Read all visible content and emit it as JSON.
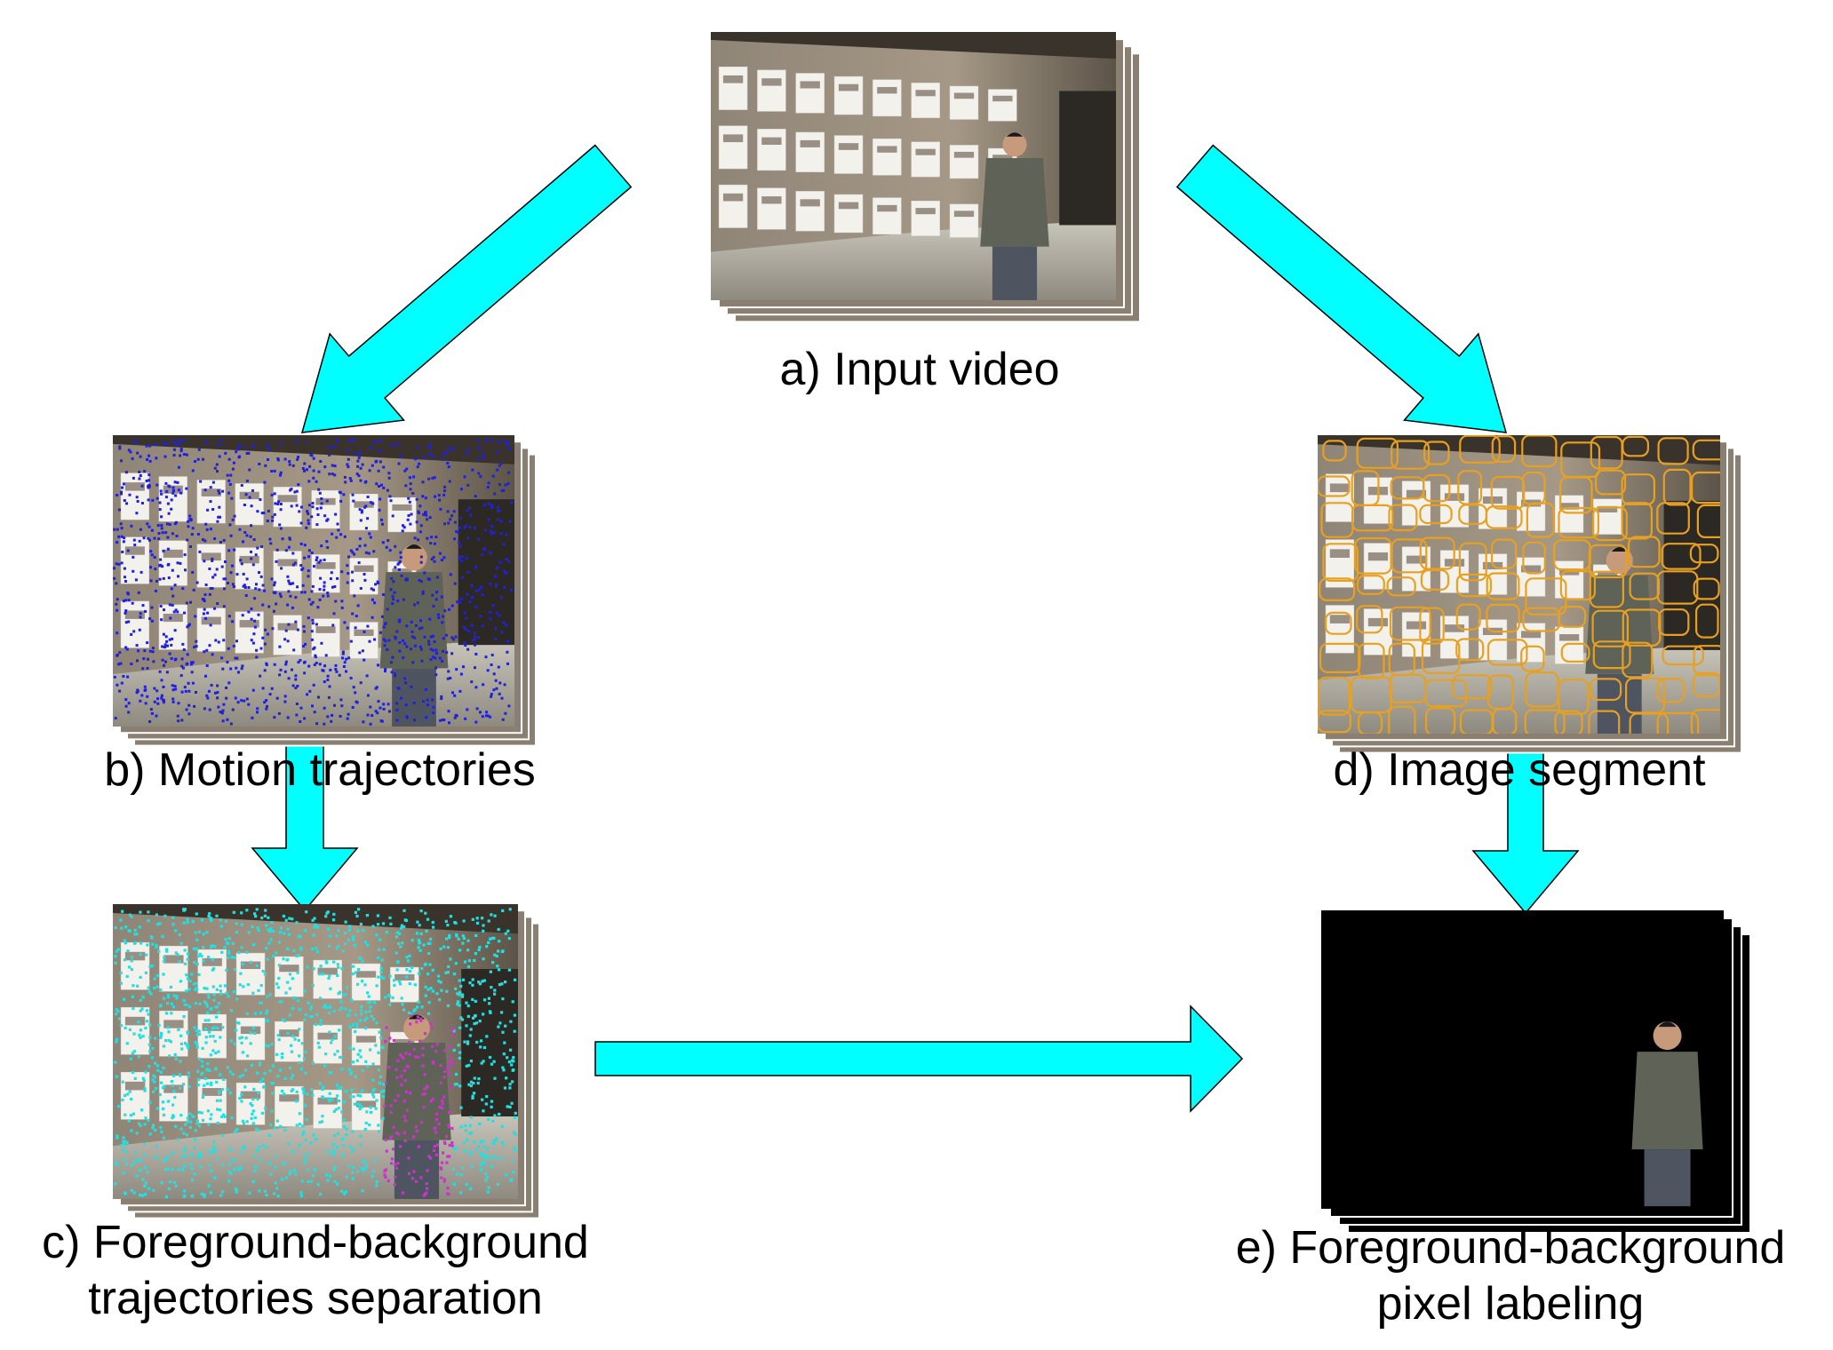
{
  "colors": {
    "arrow_fill": "#00ffff",
    "arrow_stroke": "#000000",
    "trajectory_points": "#2020dd",
    "segment_edges": "#e8a020",
    "background_trajectories": "#22e0e0",
    "foreground_trajectories": "#cc33cc",
    "labeled_background": "#000000"
  },
  "stages": {
    "input_video": {
      "label": "a) Input video"
    },
    "motion_trajectories": {
      "label": "b) Motion trajectories"
    },
    "trajectory_separation": {
      "label_line1": "c) Foreground-background",
      "label_line2": "trajectories separation"
    },
    "image_segment": {
      "label": "d) Image segment"
    },
    "pixel_labeling": {
      "label_line1": "e) Foreground-background",
      "label_line2": "pixel labeling"
    }
  }
}
